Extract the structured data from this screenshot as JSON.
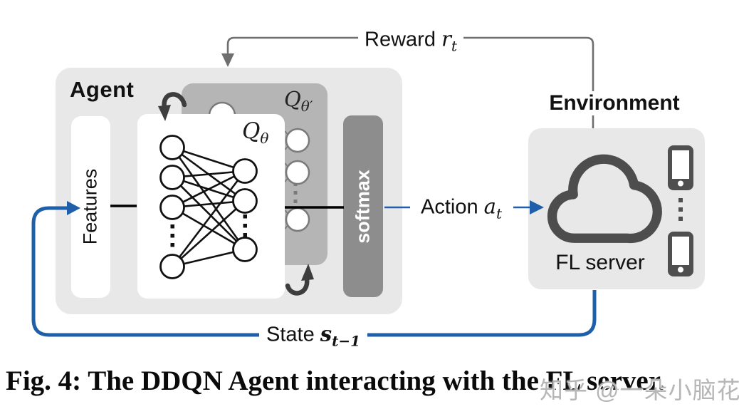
{
  "diagram": {
    "agent": {
      "title": "Agent",
      "features_label": "Features",
      "q_network": {
        "var": "Q",
        "sub": "θ"
      },
      "target_network": {
        "var": "Q",
        "sub": "θ′"
      },
      "softmax_label": "softmax"
    },
    "environment": {
      "title": "Environment",
      "server_label": "FL server"
    },
    "signals": {
      "reward": {
        "label": "Reward",
        "var": "r",
        "sub": "t"
      },
      "action": {
        "label": "Action",
        "var": "a",
        "sub": "t"
      },
      "state": {
        "label": "State",
        "var": "s",
        "sub": "t−1"
      }
    }
  },
  "caption": "Fig. 4: The DDQN Agent interacting with the FL server.",
  "watermark": "知乎 @一朵小脑花",
  "icons": {
    "cloud": "cloud-icon (FL server cloud outline)",
    "phone": "smartphone-icon (client devices)",
    "ellipsis": "vertical-ellipsis-icon (more clients / more nodes)",
    "copy_arrow": "curved-copy-params-arrow-icon (θ → θ′ sync)"
  },
  "colors": {
    "flow_blue": "#1f5ea8",
    "reward_gray": "#6e6e6e",
    "container_gray": "#e8e8e8",
    "target_panel_gray": "#b5b5b5",
    "softmax_gray": "#8d8d8d",
    "icon_dark_gray": "#4f4f4f",
    "arrow_dark": "#3d3d3d"
  }
}
